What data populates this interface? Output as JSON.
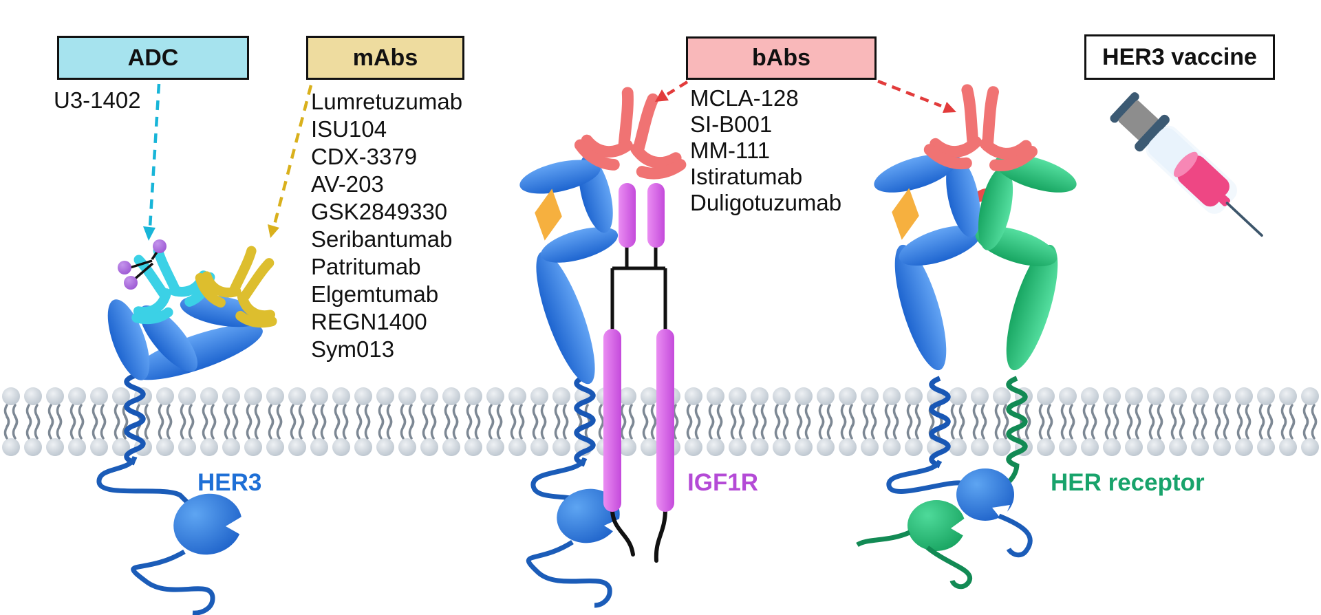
{
  "therapy_boxes": [
    {
      "id": "adc",
      "label": "ADC",
      "drugs": [
        "U3-1402"
      ],
      "fill": "#a6e3ee",
      "arrow_color": "#18b5d8"
    },
    {
      "id": "mabs",
      "label": "mAbs",
      "drugs": [
        "Lumretuzumab",
        "ISU104",
        "CDX-3379",
        "AV-203",
        "GSK2849330",
        "Seribantumab",
        "Patritumab",
        "Elgemtumab",
        "REGN1400",
        "Sym013"
      ],
      "fill": "#eedc9f",
      "arrow_color": "#d9b01c"
    },
    {
      "id": "babs",
      "label": "bAbs",
      "drugs": [
        "MCLA-128",
        "SI-B001",
        "MM-111",
        "Istiratumab",
        "Duligotuzumab"
      ],
      "fill": "#f9b8ba",
      "arrow_color": "#e23b3b"
    },
    {
      "id": "vaccine",
      "label": "HER3 vaccine",
      "drugs": [],
      "fill": "#ffffff"
    }
  ],
  "receptor_labels": {
    "her3": {
      "text": "HER3",
      "color": "#1e6fd6"
    },
    "igf1r": {
      "text": "IGF1R",
      "color": "#b44ad6"
    },
    "her": {
      "text": "HER receptor",
      "color": "#18a36b"
    }
  },
  "icons": {
    "syringe-icon": "inline-svg",
    "adc-antibody-icon": "inline-svg cyan antibody with purple drug payload",
    "mab-antibody-icon": "inline-svg yellow antibody",
    "bispecific-antibody-icon": "inline-svg salmon antibody"
  },
  "palette": {
    "receptor_blue": "#1d64cf",
    "receptor_green": "#17a561",
    "igf1r_magenta": "#c44adb",
    "antibody_cyan": "#3bd1e6",
    "antibody_yellow": "#ddbe2e",
    "antibody_red": "#f07373",
    "ligand_orange": "#f6b03f",
    "membrane_gray": "#c3ccd4",
    "payload_purple": "#a868dc",
    "syringe_pink": "#ee4784",
    "syringe_dark": "#3c5a73"
  }
}
